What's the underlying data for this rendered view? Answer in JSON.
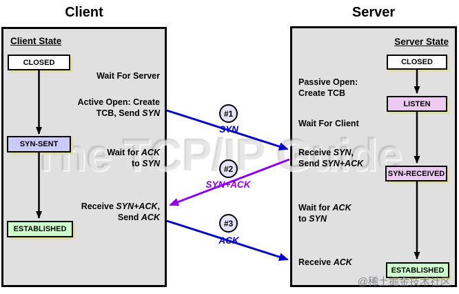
{
  "colors": {
    "blue": "#0000d0",
    "purple": "#9100ee",
    "black": "#000000",
    "panel_bg": "#e0e0e0",
    "box_shadow": "#dfdfa2",
    "circle_fill": "#e4e4f8"
  },
  "client": {
    "title": "Client",
    "state_heading": "Client State",
    "states": [
      {
        "label": "CLOSED",
        "fill": "#ffffff"
      },
      {
        "label": "SYN-SENT",
        "fill": "#cbcbf8"
      },
      {
        "label": "ESTABLISHED",
        "fill": "#ccffcc"
      }
    ],
    "annotations": [
      {
        "segments": [
          {
            "t": "Wait For Server"
          }
        ]
      },
      {
        "segments": [
          {
            "t": "Active Open: Create"
          },
          {
            "br": true
          },
          {
            "t": "TCB, Send "
          },
          {
            "t": "SYN",
            "i": true
          }
        ]
      },
      {
        "segments": [
          {
            "t": "Wait for "
          },
          {
            "t": "ACK",
            "i": true
          },
          {
            "br": true
          },
          {
            "t": "to "
          },
          {
            "t": "SYN",
            "i": true
          }
        ]
      },
      {
        "segments": [
          {
            "t": "Receive "
          },
          {
            "t": "SYN+ACK",
            "i": true
          },
          {
            "t": ","
          },
          {
            "br": true
          },
          {
            "t": "Send "
          },
          {
            "t": "ACK",
            "i": true
          }
        ]
      }
    ]
  },
  "server": {
    "title": "Server",
    "state_heading": "Server State",
    "states": [
      {
        "label": "CLOSED",
        "fill": "#ffffff"
      },
      {
        "label": "LISTEN",
        "fill": "#eccaf2"
      },
      {
        "label": "SYN-RECEIVED",
        "fill": "#eccaf2"
      },
      {
        "label": "ESTABLISHED",
        "fill": "#ccffcc"
      }
    ],
    "annotations": [
      {
        "segments": [
          {
            "t": "Passive Open:"
          },
          {
            "br": true
          },
          {
            "t": "Create TCB"
          }
        ]
      },
      {
        "segments": [
          {
            "t": "Wait For Client"
          }
        ]
      },
      {
        "segments": [
          {
            "t": "Receive "
          },
          {
            "t": "SYN",
            "i": true
          },
          {
            "t": ","
          },
          {
            "br": true
          },
          {
            "t": "Send "
          },
          {
            "t": "SYN+ACK",
            "i": true
          }
        ]
      },
      {
        "segments": [
          {
            "t": "Wait for "
          },
          {
            "t": "ACK",
            "i": true
          },
          {
            "br": true
          },
          {
            "t": "to "
          },
          {
            "t": "SYN",
            "i": true
          }
        ]
      },
      {
        "segments": [
          {
            "t": "Receive "
          },
          {
            "t": "ACK",
            "i": true
          }
        ]
      }
    ]
  },
  "messages": [
    {
      "number": "#1",
      "label": "SYN",
      "color": "#0000d0"
    },
    {
      "number": "#2",
      "label": "SYN+ACK",
      "color": "#9100ee"
    },
    {
      "number": "#3",
      "label": "ACK",
      "color": "#0000d0"
    }
  ],
  "watermark": {
    "brand": "The TCP/IP Guide",
    "credit": "@稀土掘金技术社区"
  }
}
